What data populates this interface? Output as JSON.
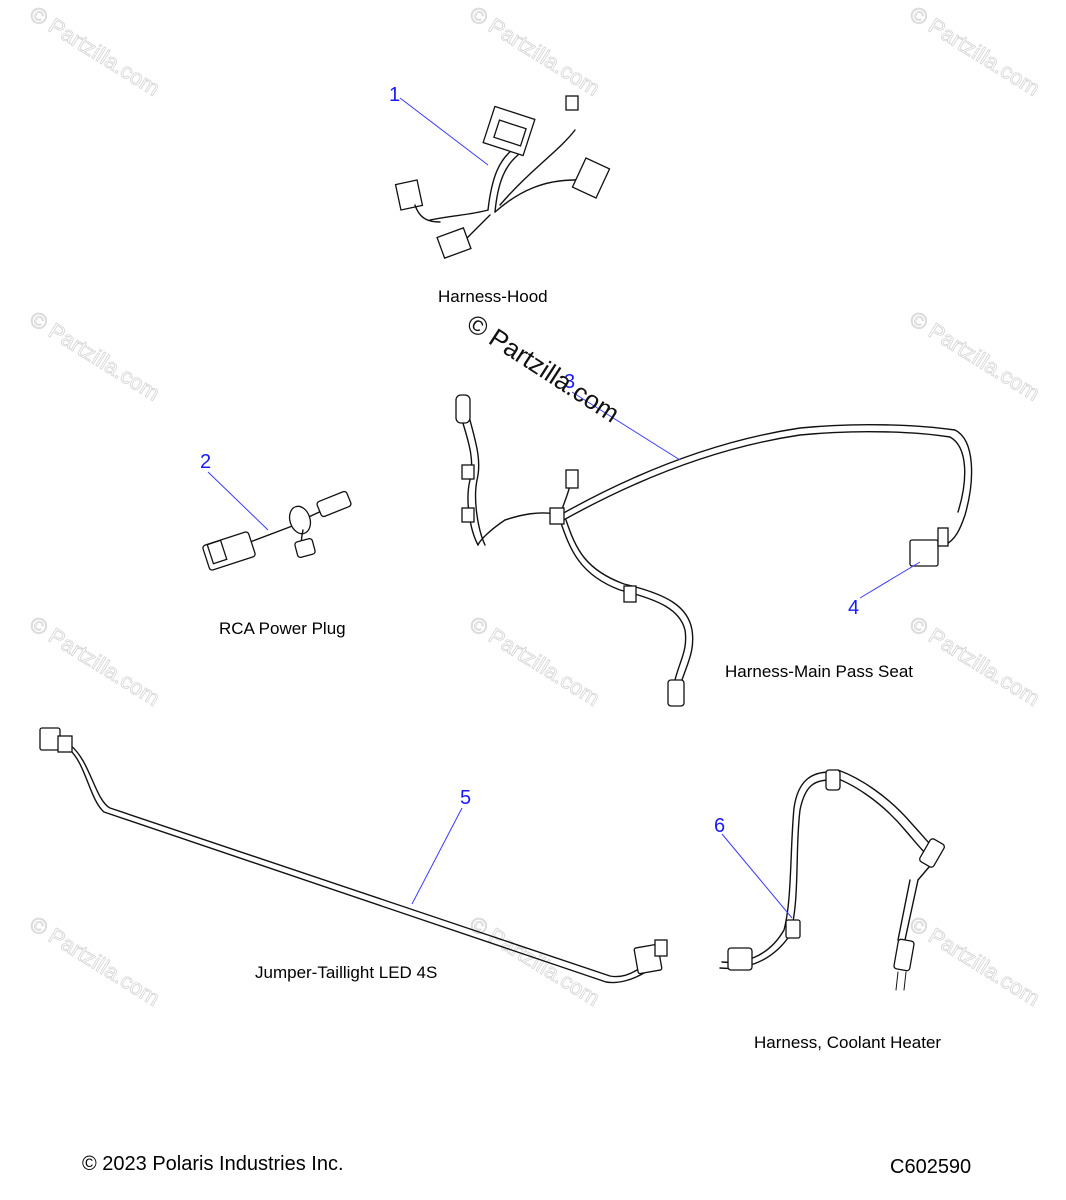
{
  "watermark": {
    "text": "© Partzilla.com"
  },
  "parts": [
    {
      "callout": "1",
      "label": "Harness-Hood"
    },
    {
      "callout": "2",
      "label": "RCA Power Plug"
    },
    {
      "callout": "3",
      "label": "Harness-Main Pass Seat"
    },
    {
      "callout": "4"
    },
    {
      "callout": "5",
      "label": "Jumper-Taillight LED 4S"
    },
    {
      "callout": "6",
      "label": "Harness, Coolant Heater"
    }
  ],
  "footer": {
    "copyright": "© 2023 Polaris Industries Inc.",
    "diagram_code": "C602590"
  }
}
